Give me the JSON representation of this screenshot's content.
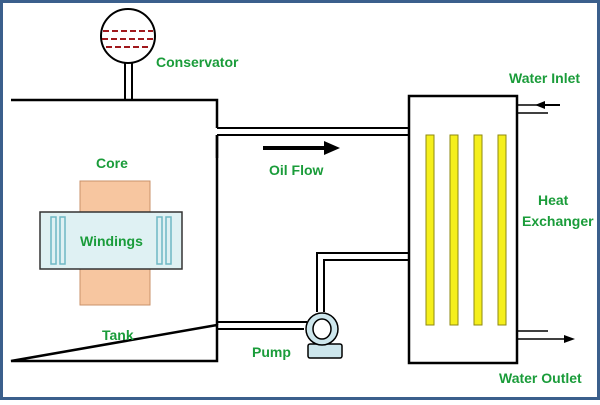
{
  "labels": {
    "conservator": "Conservator",
    "core": "Core",
    "windings": "Windings",
    "tank": "Tank",
    "oil_flow": "Oil Flow",
    "pump": "Pump",
    "heat": "Heat",
    "exchanger": "Exchanger",
    "water_inlet": "Water Inlet",
    "water_outlet": "Water Outlet"
  },
  "colors": {
    "label_green": "#1a9c3a",
    "border_blue": "#3b5f8c",
    "core_fill": "#f7c6a0",
    "windings_fill": "#dff1f3",
    "windings_bars": "#6fb8c4",
    "tubes_fill": "#f5ef1c",
    "tubes_stroke": "#8e8a10",
    "oil_dashes": "#a0181c",
    "pump_fill": "#cde6ec"
  }
}
